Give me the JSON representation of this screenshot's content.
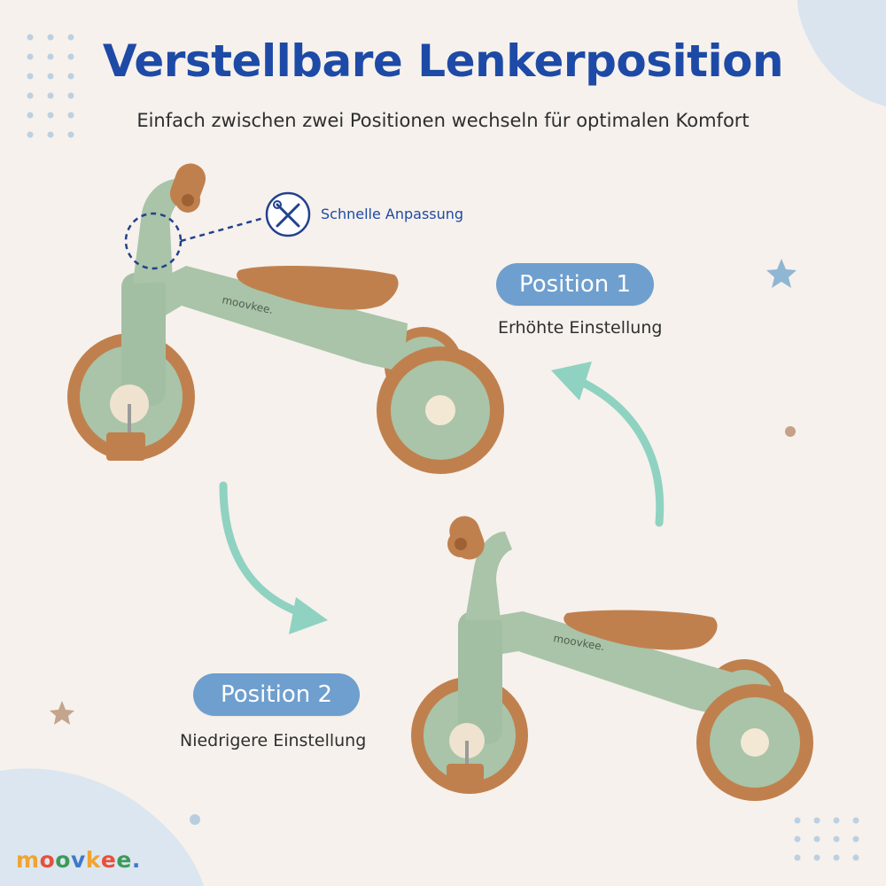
{
  "header": {
    "title": "Verstellbare Lenkerposition",
    "subtitle": "Einfach zwischen zwei Positionen wechseln für optimalen Komfort"
  },
  "callout": {
    "label": "Schnelle Anpassung",
    "icon": "wrench-screwdriver-icon"
  },
  "positions": [
    {
      "label": "Position 1",
      "caption": "Erhöhte Einstellung"
    },
    {
      "label": "Position 2",
      "caption": "Niedrigere Einstellung"
    }
  ],
  "product": {
    "frame_text": "moovkee."
  },
  "brand": {
    "letters": [
      "m",
      "o",
      "o",
      "v",
      "k",
      "e",
      "e",
      "."
    ],
    "letter_colors": [
      "#f0a431",
      "#e8503a",
      "#3d9a5a",
      "#3f79c9",
      "#f0a431",
      "#e8503a",
      "#3d9a5a",
      "#3f79c9"
    ]
  },
  "colors": {
    "title": "#1d4aa6",
    "pill": "#6e9fce",
    "frame": "#a9c4a8",
    "saddle": "#c0804e",
    "arrow": "#8fd2c1",
    "background": "#f6f1ec"
  }
}
